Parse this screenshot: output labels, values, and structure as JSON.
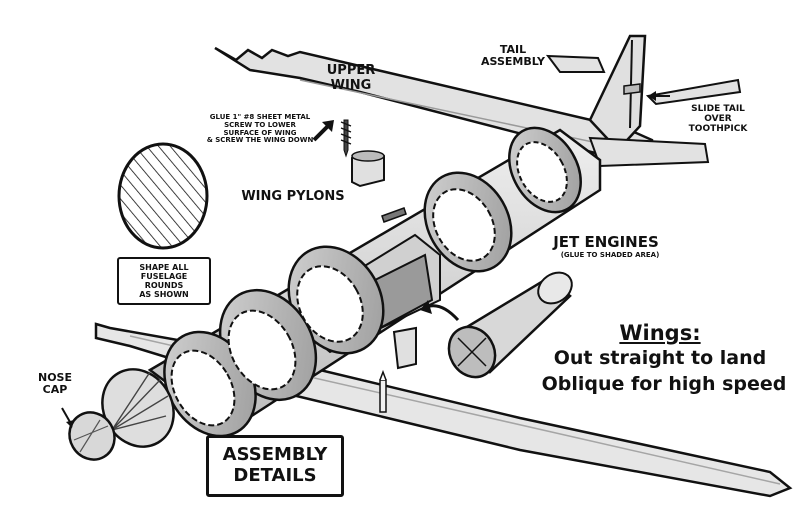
{
  "labels": {
    "upper_wing": "UPPER\nWING",
    "tail_assembly": "TAIL\nASSEMBLY",
    "slide_tail": "SLIDE TAIL\nOVER\nTOOTHPICK",
    "glue_screw": "GLUE 1\" #8 SHEET METAL\nSCREW TO LOWER\nSURFACE OF WING\n& SCREW THE WING DOWN",
    "wing_pylons": "WING PYLONS",
    "jet_engines": "JET ENGINES",
    "jet_engines_note": "(GLUE TO SHADED AREA)",
    "shape_note": "SHAPE ALL\nFUSELAGE\nROUNDS\nAS SHOWN",
    "wings_heading": "Wings:",
    "wings_line1": "Out straight to land",
    "wings_line2": "Oblique for high speed",
    "nose_cap": "NOSE\nCAP",
    "assembly_details": "ASSEMBLY\nDETAILS"
  },
  "colors": {
    "ink": "#111111",
    "fill_light": "#e6e6e6",
    "fill_mid": "#c4c4c4",
    "fill_dark": "#8c8c8c",
    "paper": "#ffffff"
  },
  "icons": {
    "screw": "screw-icon",
    "arrows": [
      "pointer-arrow-icon",
      "curved-arrow-icon"
    ]
  }
}
